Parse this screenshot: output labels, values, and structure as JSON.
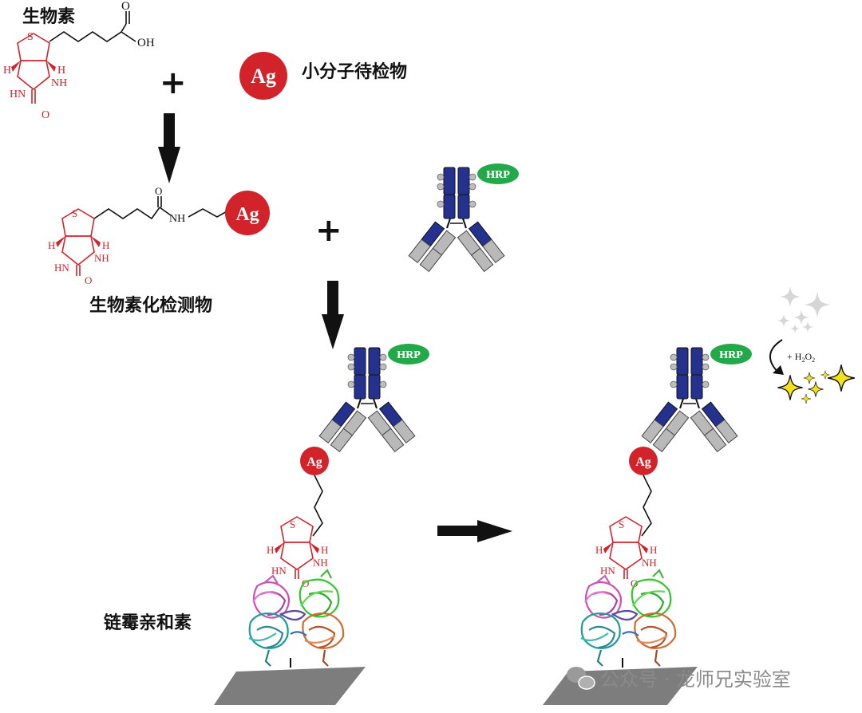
{
  "labels": {
    "biotin": "生物素",
    "small_molecule": "小分子待检物",
    "biotinylated": "生物素化检测物",
    "streptavidin": "链霉亲和素"
  },
  "antigen_label": "Ag",
  "enzyme_label": "HRP",
  "chem": {
    "oh": "OH",
    "o": "O",
    "s": "S",
    "h": "H",
    "nh": "NH",
    "hn": "HN",
    "amide_nh": "NH"
  },
  "reaction": {
    "plus": "+",
    "substrate_prefix": "+ H",
    "sub2": "2",
    "o": "O"
  },
  "watermark": "公众号 · 龙师兄实验室",
  "colors": {
    "antigen_red": "#d2232a",
    "hrp_green": "#23a84a",
    "antibody_navy": "#25318f",
    "antibody_gray": "#b9b9b9",
    "plate_gray": "#7d7d7d",
    "sparkle_yellow": "#f3e11c"
  }
}
